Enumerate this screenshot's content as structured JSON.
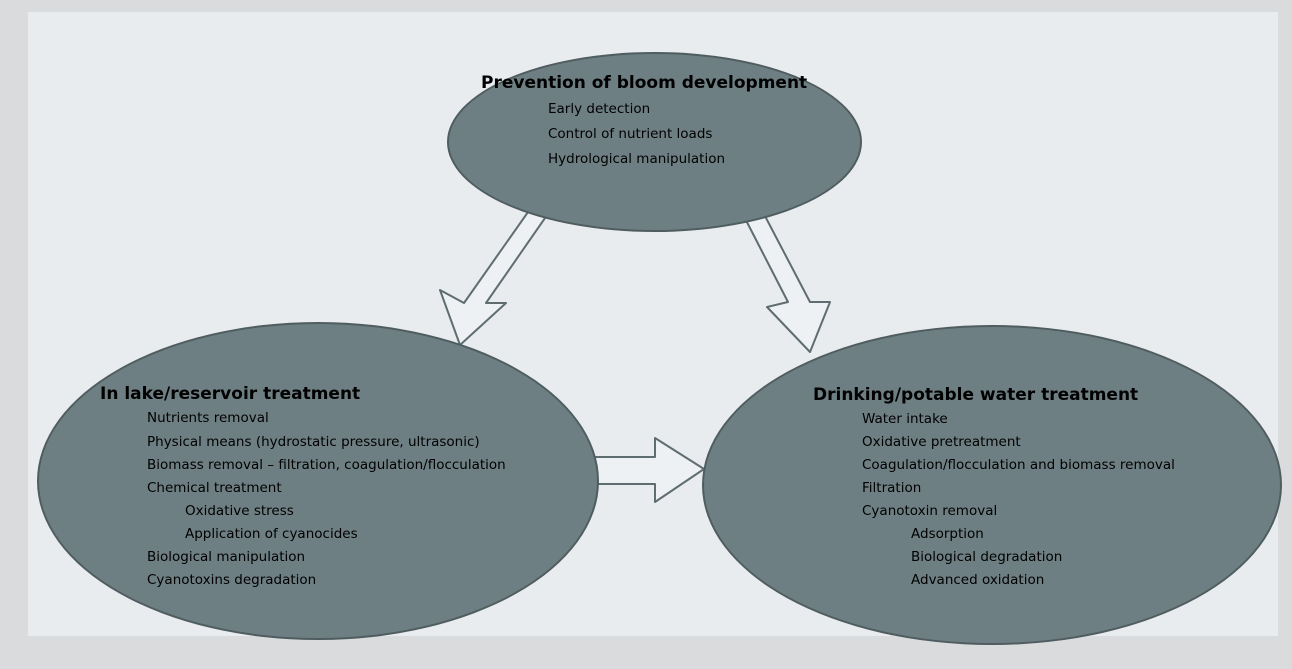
{
  "diagram": {
    "colors": {
      "ellipse_fill": "#6e7f83",
      "ellipse_border": "#4f5d60",
      "arrow_fill": "#eef1f3",
      "arrow_stroke": "#5f6d70",
      "text": "#eef1f1",
      "panel": "#e9ecee"
    },
    "top": {
      "title": "Prevention of bloom development",
      "items": [
        "Early detection",
        "Control of nutrient loads",
        "Hydrological manipulation"
      ]
    },
    "left": {
      "title": "In lake/reservoir treatment",
      "items": [
        "Nutrients removal",
        "Physical means (hydrostatic pressure, ultrasonic)",
        "Biomass removal – filtration, coagulation/flocculation",
        "Chemical treatment",
        "Oxidative stress",
        "Application of cyanocides",
        "Biological manipulation",
        "Cyanotoxins degradation"
      ]
    },
    "right": {
      "title": "Drinking/potable water treatment",
      "items": [
        "Water intake",
        "Oxidative pretreatment",
        "Coagulation/flocculation and biomass removal",
        "Filtration",
        "Cyanotoxin removal",
        "Adsorption",
        "Biological degradation",
        "Advanced oxidation"
      ]
    }
  }
}
